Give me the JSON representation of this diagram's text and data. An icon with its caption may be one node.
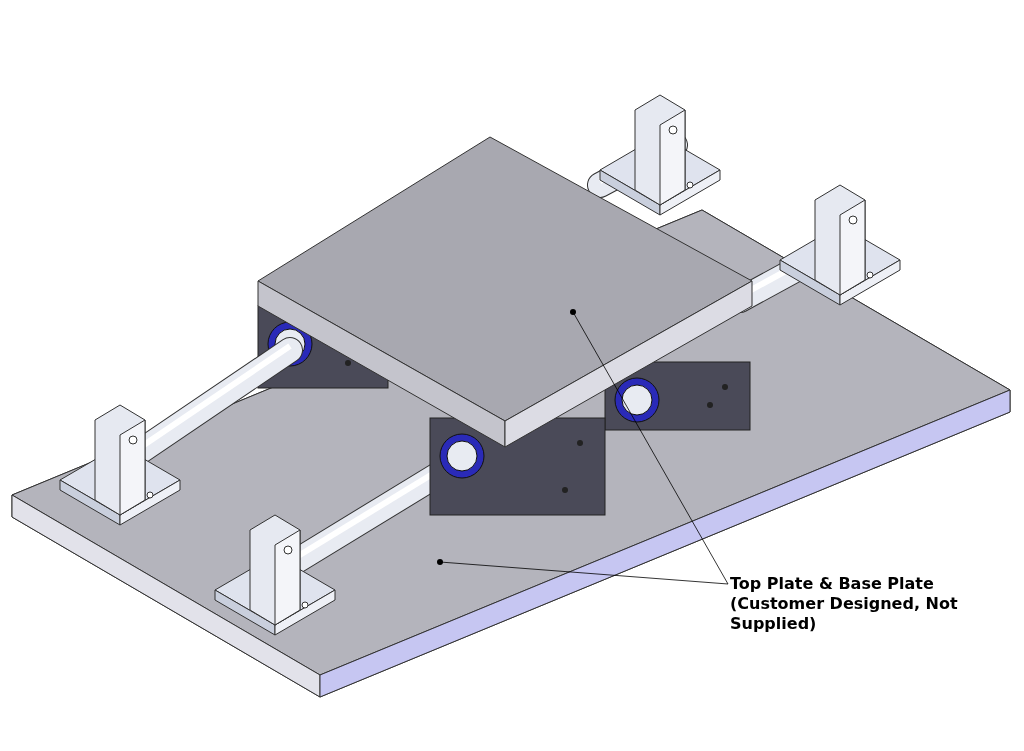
{
  "diagram": {
    "nodes": [
      {
        "text": [
          "Top Plate & Base Plate (Customer Designed, Not Supplied)"
        ]
      },
      {
        "text": [],
        "shape": "picture"
      },
      {
        "text": [],
        "shape": "picture"
      }
    ],
    "edges": [
      {
        "from": 0,
        "to": 1,
        "arrow": "other"
      },
      {
        "from": 0,
        "to": 2,
        "arrow": "other"
      }
    ]
  }
}
